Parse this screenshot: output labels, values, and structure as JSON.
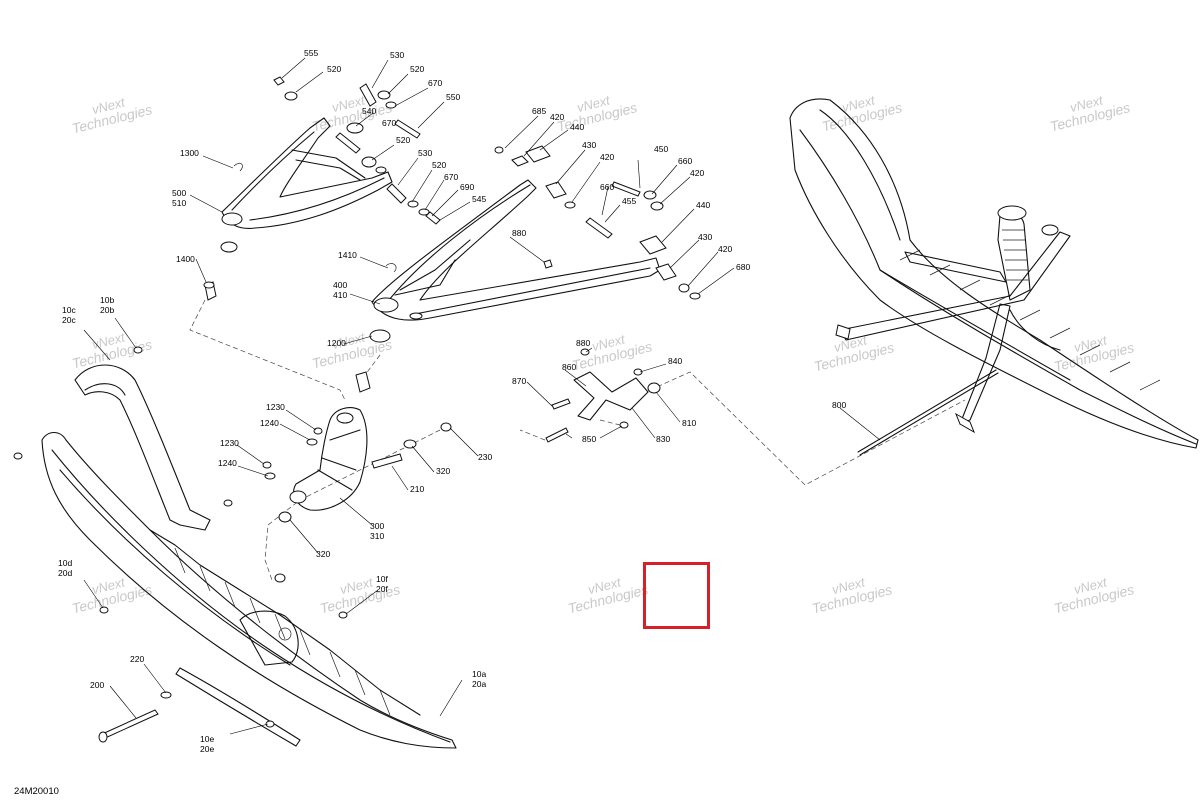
{
  "diagram_code": "24M20010",
  "watermark": {
    "line1": "vNext",
    "line2": "Technologies"
  },
  "colors": {
    "highlight": "#d6202a",
    "watermark": "#c9c9c9",
    "line": "#111111"
  },
  "labels": [
    {
      "id": "555",
      "text": [
        "555"
      ]
    },
    {
      "id": "520a",
      "text": [
        "520"
      ]
    },
    {
      "id": "530a",
      "text": [
        "530"
      ]
    },
    {
      "id": "520b",
      "text": [
        "520"
      ]
    },
    {
      "id": "670a",
      "text": [
        "670"
      ]
    },
    {
      "id": "550",
      "text": [
        "550"
      ]
    },
    {
      "id": "540",
      "text": [
        "540"
      ]
    },
    {
      "id": "670b",
      "text": [
        "670"
      ]
    },
    {
      "id": "520c",
      "text": [
        "520"
      ]
    },
    {
      "id": "530b",
      "text": [
        "530"
      ]
    },
    {
      "id": "520d",
      "text": [
        "520"
      ]
    },
    {
      "id": "670c",
      "text": [
        "670"
      ]
    },
    {
      "id": "690",
      "text": [
        "690"
      ]
    },
    {
      "id": "545",
      "text": [
        "545"
      ]
    },
    {
      "id": "1300",
      "text": [
        "1300"
      ]
    },
    {
      "id": "500",
      "text": [
        "500",
        "510"
      ]
    },
    {
      "id": "1400",
      "text": [
        "1400"
      ]
    },
    {
      "id": "685",
      "text": [
        "685"
      ]
    },
    {
      "id": "420a",
      "text": [
        "420"
      ]
    },
    {
      "id": "440a",
      "text": [
        "440"
      ]
    },
    {
      "id": "430a",
      "text": [
        "430"
      ]
    },
    {
      "id": "420b",
      "text": [
        "420"
      ]
    },
    {
      "id": "660a",
      "text": [
        "660"
      ]
    },
    {
      "id": "450",
      "text": [
        "450"
      ]
    },
    {
      "id": "660b",
      "text": [
        "660"
      ]
    },
    {
      "id": "420c",
      "text": [
        "420"
      ]
    },
    {
      "id": "455",
      "text": [
        "455"
      ]
    },
    {
      "id": "440b",
      "text": [
        "440"
      ]
    },
    {
      "id": "430b",
      "text": [
        "430"
      ]
    },
    {
      "id": "420d",
      "text": [
        "420"
      ]
    },
    {
      "id": "680",
      "text": [
        "680"
      ]
    },
    {
      "id": "880a",
      "text": [
        "880"
      ]
    },
    {
      "id": "1410",
      "text": [
        "1410"
      ]
    },
    {
      "id": "400",
      "text": [
        "400",
        "410"
      ]
    },
    {
      "id": "1200",
      "text": [
        "1200"
      ]
    },
    {
      "id": "10b",
      "text": [
        "10b",
        "20b"
      ]
    },
    {
      "id": "10c",
      "text": [
        "10c",
        "20c"
      ]
    },
    {
      "id": "880b",
      "text": [
        "880"
      ]
    },
    {
      "id": "840",
      "text": [
        "840"
      ]
    },
    {
      "id": "860",
      "text": [
        "860"
      ]
    },
    {
      "id": "870",
      "text": [
        "870"
      ]
    },
    {
      "id": "810",
      "text": [
        "810"
      ]
    },
    {
      "id": "830",
      "text": [
        "830"
      ]
    },
    {
      "id": "850",
      "text": [
        "850"
      ]
    },
    {
      "id": "1230a",
      "text": [
        "1230"
      ]
    },
    {
      "id": "1240a",
      "text": [
        "1240"
      ]
    },
    {
      "id": "1230b",
      "text": [
        "1230"
      ]
    },
    {
      "id": "1240b",
      "text": [
        "1240"
      ]
    },
    {
      "id": "230",
      "text": [
        "230"
      ]
    },
    {
      "id": "320a",
      "text": [
        "320"
      ]
    },
    {
      "id": "210",
      "text": [
        "210"
      ]
    },
    {
      "id": "300",
      "text": [
        "300",
        "310"
      ]
    },
    {
      "id": "320b",
      "text": [
        "320"
      ]
    },
    {
      "id": "10d",
      "text": [
        "10d",
        "20d"
      ]
    },
    {
      "id": "10f",
      "text": [
        "10f",
        "20f"
      ]
    },
    {
      "id": "220",
      "text": [
        "220"
      ]
    },
    {
      "id": "200",
      "text": [
        "200"
      ]
    },
    {
      "id": "10e",
      "text": [
        "10e",
        "20e"
      ]
    },
    {
      "id": "10a",
      "text": [
        "10a",
        "20a"
      ]
    },
    {
      "id": "800",
      "text": [
        "800"
      ]
    }
  ]
}
